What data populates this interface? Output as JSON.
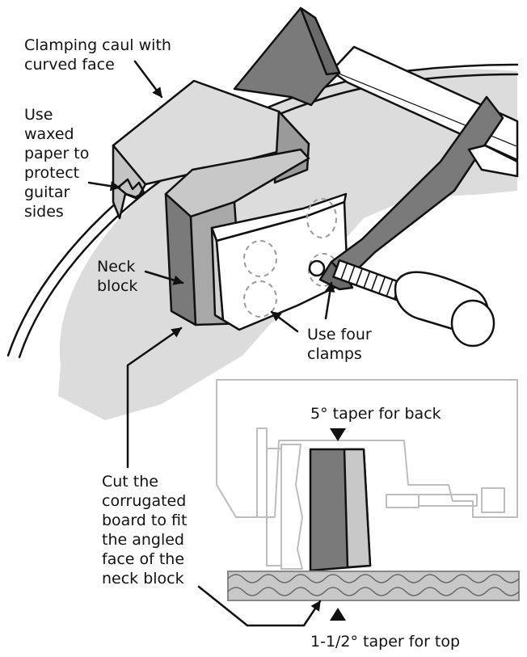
{
  "colors": {
    "body_fill": "#dcdcdc",
    "dark_part": "#7a7a7a",
    "mid_part": "#bdbdbd",
    "light_part": "#d2d2d2",
    "white_part": "#ffffff",
    "outline": "#111111",
    "ghost_outline": "#bdbdbd",
    "corrugated": "#c8c8c8"
  },
  "labels": {
    "caul": [
      "Clamping caul with",
      "curved face"
    ],
    "waxed": [
      "Use",
      "waxed",
      "paper to",
      "protect",
      "guitar",
      "sides"
    ],
    "neck_block": [
      "Neck",
      "block"
    ],
    "clamps": [
      "Use four",
      "clamps"
    ],
    "cut": [
      "Cut the",
      "corrugated",
      "board to fit",
      "the angled",
      "face of the",
      "neck block"
    ],
    "taper_back": "5° taper for back",
    "taper_top": "1-1/2° taper for top"
  }
}
